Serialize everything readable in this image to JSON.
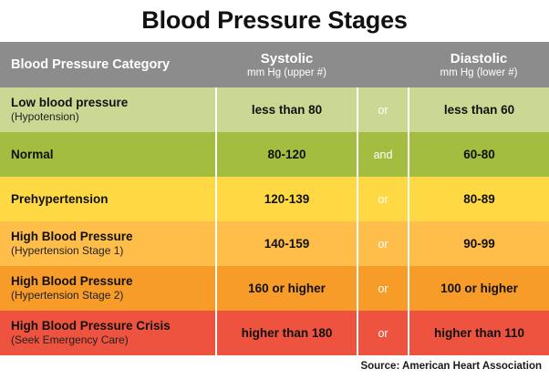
{
  "title": "Blood Pressure Stages",
  "header": {
    "category_label": "Blood Pressure Category",
    "systolic_main": "Systolic",
    "systolic_sub": "mm Hg (upper #)",
    "diastolic_main": "Diastolic",
    "diastolic_sub": "mm Hg (lower #)",
    "header_bg": "#8c8c8c"
  },
  "rows": [
    {
      "category": "Low blood pressure",
      "category_sub": "(Hypotension)",
      "systolic": "less than 80",
      "conjunction": "or",
      "diastolic": "less than 60",
      "color": "#cbd894"
    },
    {
      "category": "Normal",
      "category_sub": "",
      "systolic": "80-120",
      "conjunction": "and",
      "diastolic": "60-80",
      "color": "#a2bd3f"
    },
    {
      "category": "Prehypertension",
      "category_sub": "",
      "systolic": "120-139",
      "conjunction": "or",
      "diastolic": "80-89",
      "color": "#ffd944"
    },
    {
      "category": "High Blood Pressure",
      "category_sub": "(Hypertension Stage 1)",
      "systolic": "140-159",
      "conjunction": "or",
      "diastolic": "90-99",
      "color": "#ffbe4a"
    },
    {
      "category": "High Blood Pressure",
      "category_sub": "(Hypertension Stage 2)",
      "systolic": "160 or higher",
      "conjunction": "or",
      "diastolic": "100 or higher",
      "color": "#f79c28"
    },
    {
      "category": "High Blood Pressure Crisis",
      "category_sub": "(Seek Emergency Care)",
      "systolic": "higher than 180",
      "conjunction": "or",
      "diastolic": "higher than 110",
      "color": "#ee5340"
    }
  ],
  "source": "Source: American Heart Association"
}
